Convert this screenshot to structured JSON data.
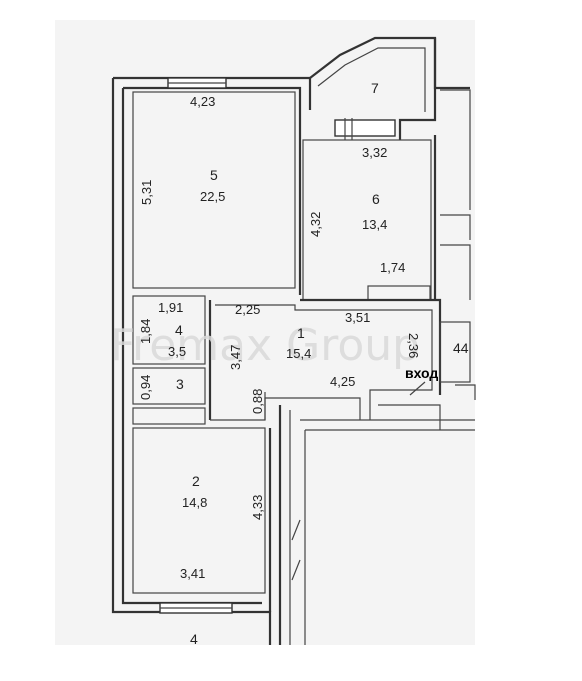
{
  "watermark": "Fremax Group",
  "entrance_label": "вход",
  "rooms": {
    "r5": {
      "number": "5",
      "area": "22,5",
      "dim_top": "4,23",
      "dim_side": "5,31"
    },
    "r7": {
      "number": "7"
    },
    "r6": {
      "number": "6",
      "area": "13,4",
      "dim_top": "3,32",
      "dim_side": "4,32",
      "dim_bottom": "1,74"
    },
    "r4": {
      "number": "4",
      "area": "3,5",
      "dim_top": "1,91",
      "dim_side": "1,84"
    },
    "r3": {
      "number": "3",
      "dim_side": "0,94"
    },
    "r1": {
      "number": "1",
      "area": "15,4",
      "dim_a": "2,25",
      "dim_b": "3,51",
      "dim_c": "3,47",
      "dim_d": "2,36",
      "dim_e": "4,25",
      "dim_f": "0,88"
    },
    "r2": {
      "number": "2",
      "area": "14,8",
      "dim_side": "4,33",
      "dim_bottom": "3,41"
    },
    "r44": {
      "number": "44"
    },
    "r_below": {
      "number": "4"
    }
  }
}
